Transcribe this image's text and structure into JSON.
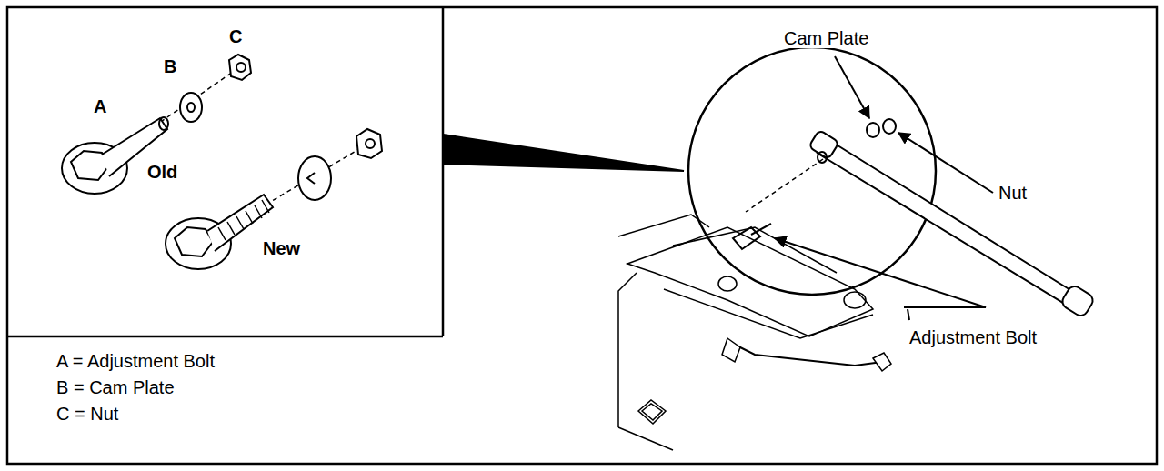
{
  "diagram": {
    "labels": [
      "C",
      "B",
      "A",
      "Old",
      "New",
      "A = Adjustment Bolt",
      "B = Cam Plate",
      "C = Nut",
      "Cam Plate",
      "Nut",
      "Adjustment Bolt"
    ]
  }
}
